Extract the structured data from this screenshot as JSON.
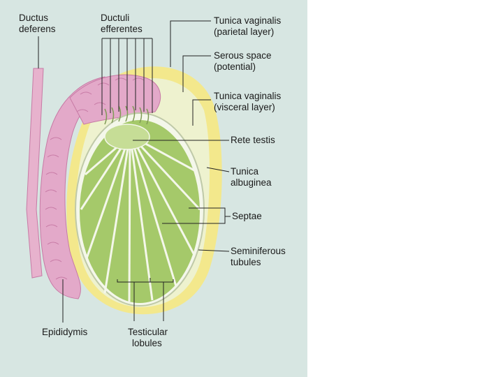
{
  "labels": {
    "ductus_deferens": [
      "Ductus",
      "deferens"
    ],
    "ductuli_efferentes": [
      "Ductuli",
      "efferentes"
    ],
    "tunica_vaginalis_parietal": [
      "Tunica vaginalis",
      "(parietal layer)"
    ],
    "serous_space": [
      "Serous space",
      "(potential)"
    ],
    "tunica_vaginalis_visceral": [
      "Tunica vaginalis",
      "(visceral layer)"
    ],
    "rete_testis": [
      "Rete testis"
    ],
    "tunica_albuginea": [
      "Tunica",
      "albuginea"
    ],
    "septae": [
      "Septae"
    ],
    "seminiferous_tubules": [
      "Seminiferous",
      "tubules"
    ],
    "epididymis": [
      "Epididymis"
    ],
    "testicular_lobules": [
      "Testicular",
      "lobules"
    ]
  },
  "colors": {
    "background": "#d7e6e2",
    "testis": "#a5c96a",
    "septa": "#f4f7ea",
    "tunica_vaginalis": "#f3e88c",
    "epididymis": "#e3a9c9",
    "epididymis_dark": "#c77aa5",
    "duct": "#e7b2cd"
  }
}
